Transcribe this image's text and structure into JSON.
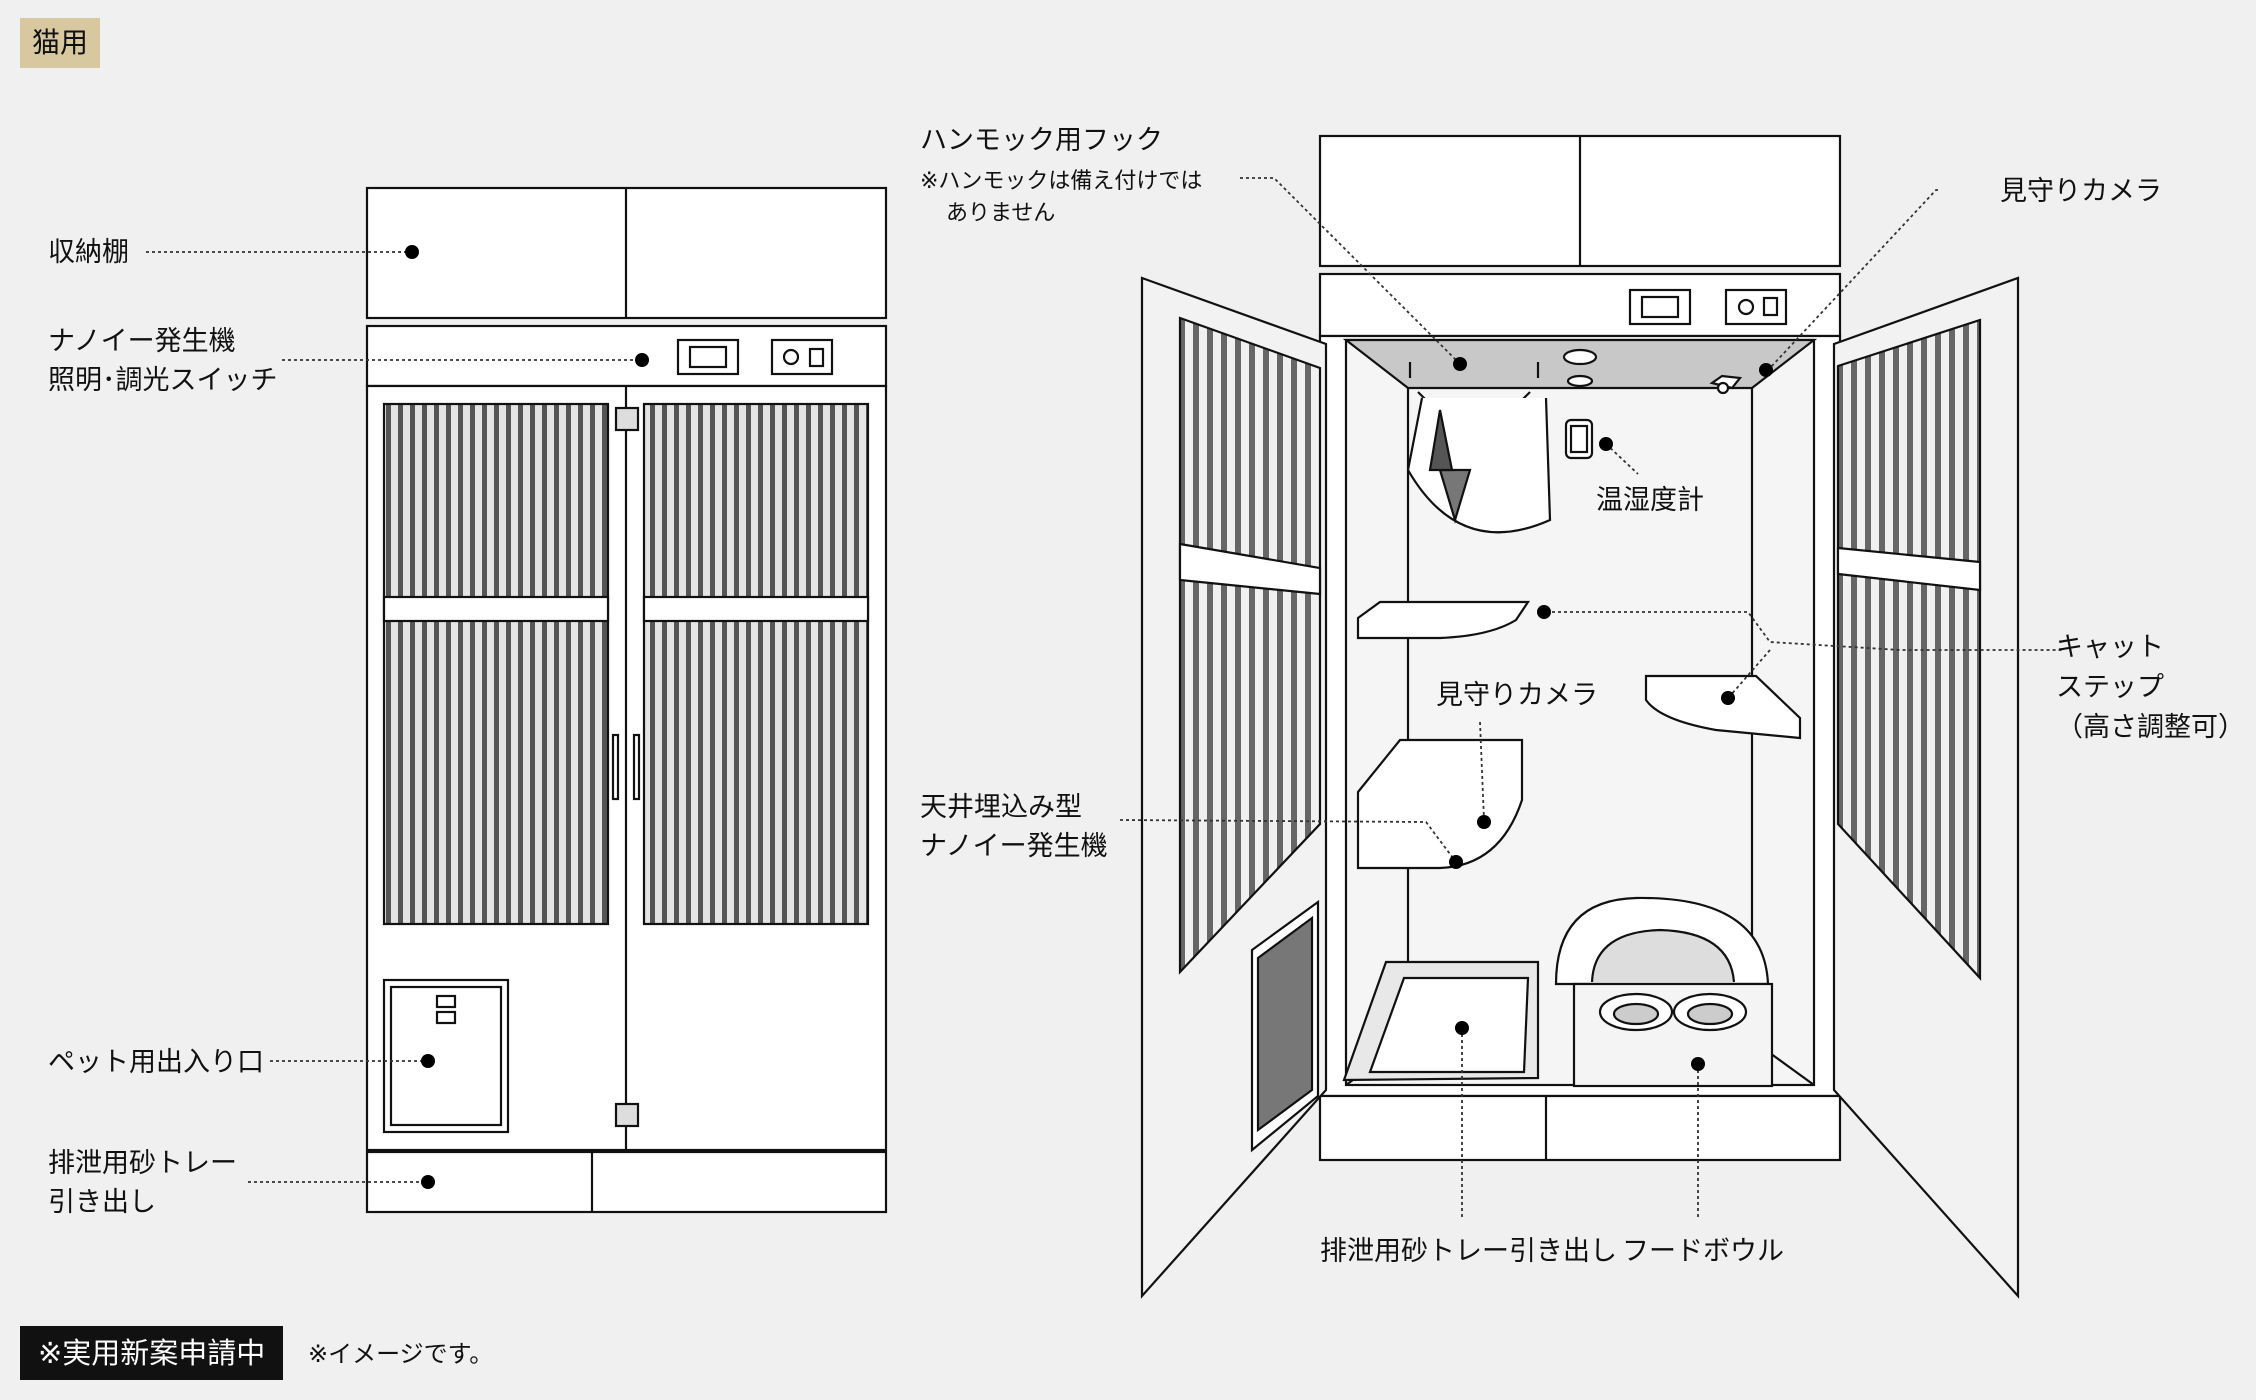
{
  "header": {
    "badge": "猫用"
  },
  "labels": {
    "storage_shelf": "収納棚",
    "nanoe_switch_line1": "ナノイー発生機",
    "nanoe_switch_line2": "照明･調光スイッチ",
    "pet_door": "ペット用出入り口",
    "litter_drawer_left_line1": "排泄用砂トレー",
    "litter_drawer_left_line2": "引き出し",
    "hammock_hook": "ハンモック用フック",
    "hammock_note_line1": "※ハンモックは備え付けでは",
    "hammock_note_line2": "ありません",
    "camera_top": "見守りカメラ",
    "thermo_hygrometer": "温湿度計",
    "cat_step_line1": "キャット",
    "cat_step_line2": "ステップ",
    "cat_step_line3": "（高さ調整可）",
    "camera_inner": "見守りカメラ",
    "ceiling_nanoe_line1": "天井埋込み型",
    "ceiling_nanoe_line2": "ナノイー発生機",
    "litter_drawer_bottom": "排泄用砂トレー引き出し",
    "food_bowl": "フードボウル"
  },
  "footer": {
    "patent_notice": "※実用新案申請中",
    "image_note": "※イメージです。"
  }
}
